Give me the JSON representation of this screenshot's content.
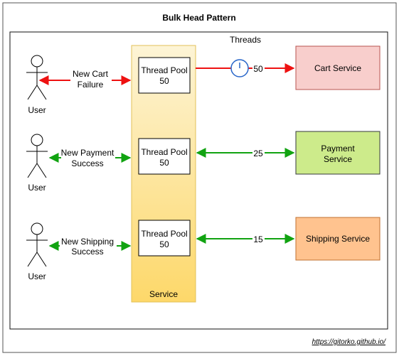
{
  "diagram": {
    "title": "Bulk Head Pattern",
    "threads_label": "Threads",
    "service_label": "Service",
    "credit": "https://gitorko.github.io/",
    "colors": {
      "failure": "#ee1111",
      "success": "#11a311",
      "service_box": "#fde6a4",
      "cart": "#f8cecc",
      "payment": "#cdeb8b",
      "shipping": "#ffc38f",
      "clock": "#2866c9"
    },
    "rows": [
      {
        "user": "User",
        "request_line1": "New Cart",
        "request_line2": "Failure",
        "status": "failure",
        "pool_line1": "Thread Pool",
        "pool_line2": "50",
        "threads": "50",
        "timeout_icon": "clock-icon",
        "service_line1": "Cart Service",
        "service_line2": ""
      },
      {
        "user": "User",
        "request_line1": "New Payment",
        "request_line2": "Success",
        "status": "success",
        "pool_line1": "Thread Pool",
        "pool_line2": "50",
        "threads": "25",
        "service_line1": "Payment",
        "service_line2": "Service"
      },
      {
        "user": "User",
        "request_line1": "New Shipping",
        "request_line2": "Success",
        "status": "success",
        "pool_line1": "Thread Pool",
        "pool_line2": "50",
        "threads": "15",
        "service_line1": "Shipping Service",
        "service_line2": ""
      }
    ]
  }
}
